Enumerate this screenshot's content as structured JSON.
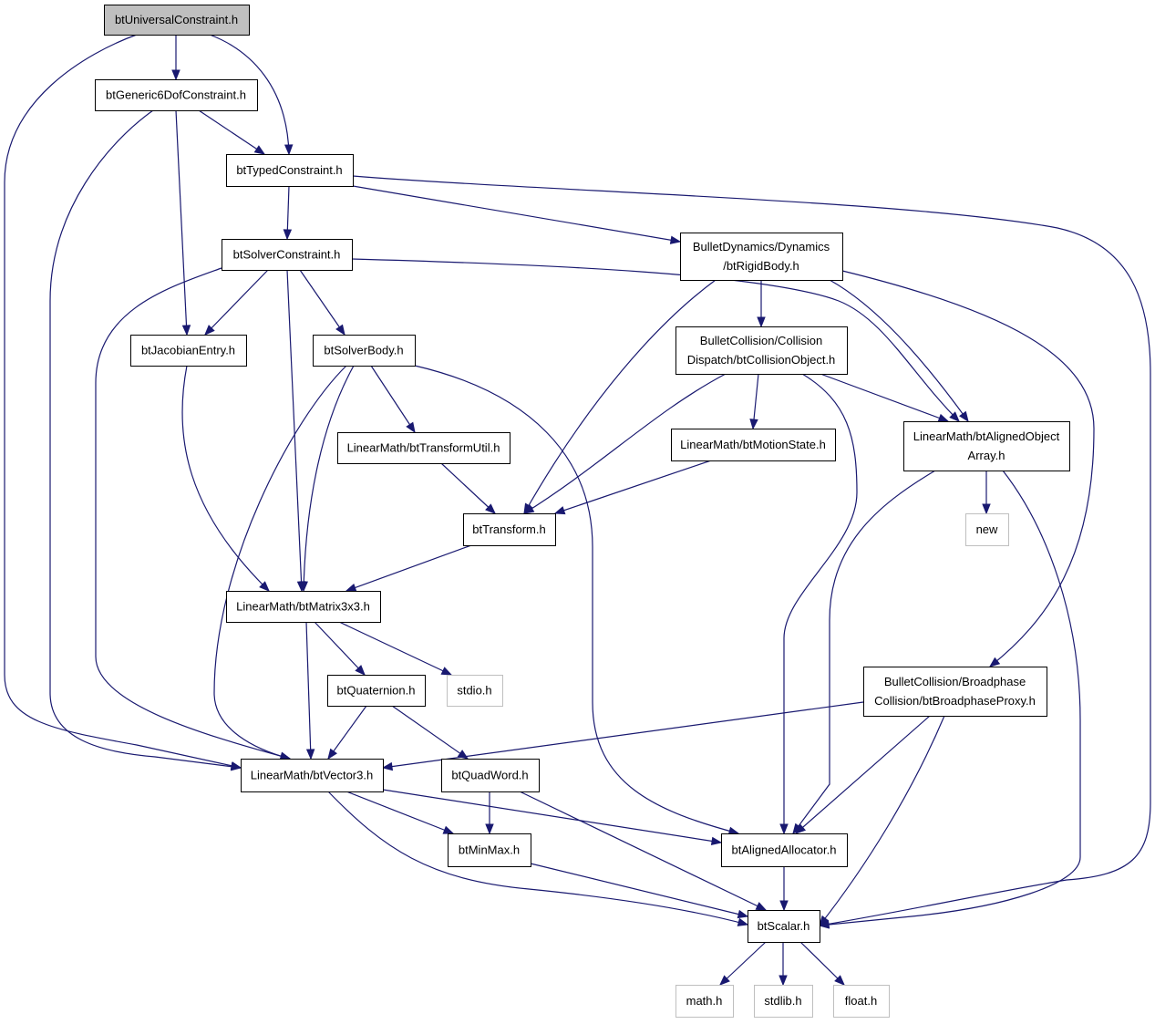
{
  "colors": {
    "edge": "#191970",
    "node_border": "#000000",
    "external_border": "#bfbfbf",
    "root_fill": "#bfbfbf",
    "node_fill": "#ffffff"
  },
  "nodes": [
    {
      "id": "btUniversalConstraint",
      "lines": [
        "btUniversalConstraint.h"
      ],
      "kind": "root"
    },
    {
      "id": "btGeneric6DofConstraint",
      "lines": [
        "btGeneric6DofConstraint.h"
      ],
      "kind": "header"
    },
    {
      "id": "btTypedConstraint",
      "lines": [
        "btTypedConstraint.h"
      ],
      "kind": "header"
    },
    {
      "id": "btSolverConstraint",
      "lines": [
        "btSolverConstraint.h"
      ],
      "kind": "header"
    },
    {
      "id": "btRigidBody",
      "lines": [
        "BulletDynamics/Dynamics",
        "/btRigidBody.h"
      ],
      "kind": "header"
    },
    {
      "id": "btJacobianEntry",
      "lines": [
        "btJacobianEntry.h"
      ],
      "kind": "header"
    },
    {
      "id": "btSolverBody",
      "lines": [
        "btSolverBody.h"
      ],
      "kind": "header"
    },
    {
      "id": "btCollisionObject",
      "lines": [
        "BulletCollision/Collision",
        "Dispatch/btCollisionObject.h"
      ],
      "kind": "header"
    },
    {
      "id": "btTransformUtil",
      "lines": [
        "LinearMath/btTransformUtil.h"
      ],
      "kind": "header"
    },
    {
      "id": "btMotionState",
      "lines": [
        "LinearMath/btMotionState.h"
      ],
      "kind": "header"
    },
    {
      "id": "btAlignedObjectArray",
      "lines": [
        "LinearMath/btAlignedObject",
        "Array.h"
      ],
      "kind": "header"
    },
    {
      "id": "new",
      "lines": [
        "new"
      ],
      "kind": "external"
    },
    {
      "id": "btTransform",
      "lines": [
        "btTransform.h"
      ],
      "kind": "header"
    },
    {
      "id": "btMatrix3x3",
      "lines": [
        "LinearMath/btMatrix3x3.h"
      ],
      "kind": "header"
    },
    {
      "id": "stdio",
      "lines": [
        "stdio.h"
      ],
      "kind": "external"
    },
    {
      "id": "btQuaternion",
      "lines": [
        "btQuaternion.h"
      ],
      "kind": "header"
    },
    {
      "id": "btBroadphaseProxy",
      "lines": [
        "BulletCollision/Broadphase",
        "Collision/btBroadphaseProxy.h"
      ],
      "kind": "header"
    },
    {
      "id": "btVector3",
      "lines": [
        "LinearMath/btVector3.h"
      ],
      "kind": "header"
    },
    {
      "id": "btQuadWord",
      "lines": [
        "btQuadWord.h"
      ],
      "kind": "header"
    },
    {
      "id": "btMinMax",
      "lines": [
        "btMinMax.h"
      ],
      "kind": "header"
    },
    {
      "id": "btAlignedAllocator",
      "lines": [
        "btAlignedAllocator.h"
      ],
      "kind": "header"
    },
    {
      "id": "btScalar",
      "lines": [
        "btScalar.h"
      ],
      "kind": "header"
    },
    {
      "id": "math",
      "lines": [
        "math.h"
      ],
      "kind": "external"
    },
    {
      "id": "stdlib",
      "lines": [
        "stdlib.h"
      ],
      "kind": "external"
    },
    {
      "id": "float",
      "lines": [
        "float.h"
      ],
      "kind": "external"
    }
  ],
  "edges": [
    {
      "from": "btUniversalConstraint",
      "to": "btGeneric6DofConstraint"
    },
    {
      "from": "btUniversalConstraint",
      "to": "btTypedConstraint"
    },
    {
      "from": "btUniversalConstraint",
      "to": "btVector3"
    },
    {
      "from": "btGeneric6DofConstraint",
      "to": "btTypedConstraint"
    },
    {
      "from": "btGeneric6DofConstraint",
      "to": "btJacobianEntry"
    },
    {
      "from": "btGeneric6DofConstraint",
      "to": "btVector3"
    },
    {
      "from": "btTypedConstraint",
      "to": "btSolverConstraint"
    },
    {
      "from": "btTypedConstraint",
      "to": "btRigidBody"
    },
    {
      "from": "btTypedConstraint",
      "to": "btScalar"
    },
    {
      "from": "btSolverConstraint",
      "to": "btJacobianEntry"
    },
    {
      "from": "btSolverConstraint",
      "to": "btSolverBody"
    },
    {
      "from": "btSolverConstraint",
      "to": "btMatrix3x3"
    },
    {
      "from": "btSolverConstraint",
      "to": "btVector3"
    },
    {
      "from": "btSolverConstraint",
      "to": "btAlignedObjectArray"
    },
    {
      "from": "btRigidBody",
      "to": "btCollisionObject"
    },
    {
      "from": "btRigidBody",
      "to": "btTransform"
    },
    {
      "from": "btRigidBody",
      "to": "btAlignedObjectArray"
    },
    {
      "from": "btRigidBody",
      "to": "btBroadphaseProxy"
    },
    {
      "from": "btJacobianEntry",
      "to": "btMatrix3x3"
    },
    {
      "from": "btSolverBody",
      "to": "btTransformUtil"
    },
    {
      "from": "btSolverBody",
      "to": "btMatrix3x3"
    },
    {
      "from": "btSolverBody",
      "to": "btVector3"
    },
    {
      "from": "btSolverBody",
      "to": "btAlignedAllocator"
    },
    {
      "from": "btCollisionObject",
      "to": "btMotionState"
    },
    {
      "from": "btCollisionObject",
      "to": "btTransform"
    },
    {
      "from": "btCollisionObject",
      "to": "btAlignedObjectArray"
    },
    {
      "from": "btCollisionObject",
      "to": "btAlignedAllocator"
    },
    {
      "from": "btTransformUtil",
      "to": "btTransform"
    },
    {
      "from": "btMotionState",
      "to": "btTransform"
    },
    {
      "from": "btAlignedObjectArray",
      "to": "new"
    },
    {
      "from": "btAlignedObjectArray",
      "to": "btAlignedAllocator"
    },
    {
      "from": "btAlignedObjectArray",
      "to": "btScalar"
    },
    {
      "from": "btTransform",
      "to": "btMatrix3x3"
    },
    {
      "from": "btMatrix3x3",
      "to": "btQuaternion"
    },
    {
      "from": "btMatrix3x3",
      "to": "stdio"
    },
    {
      "from": "btMatrix3x3",
      "to": "btVector3"
    },
    {
      "from": "btQuaternion",
      "to": "btQuadWord"
    },
    {
      "from": "btQuaternion",
      "to": "btVector3"
    },
    {
      "from": "btBroadphaseProxy",
      "to": "btVector3"
    },
    {
      "from": "btBroadphaseProxy",
      "to": "btAlignedAllocator"
    },
    {
      "from": "btBroadphaseProxy",
      "to": "btScalar"
    },
    {
      "from": "btVector3",
      "to": "btMinMax"
    },
    {
      "from": "btVector3",
      "to": "btAlignedAllocator"
    },
    {
      "from": "btVector3",
      "to": "btScalar"
    },
    {
      "from": "btQuadWord",
      "to": "btMinMax"
    },
    {
      "from": "btQuadWord",
      "to": "btScalar"
    },
    {
      "from": "btMinMax",
      "to": "btScalar"
    },
    {
      "from": "btAlignedAllocator",
      "to": "btScalar"
    },
    {
      "from": "btScalar",
      "to": "math"
    },
    {
      "from": "btScalar",
      "to": "stdlib"
    },
    {
      "from": "btScalar",
      "to": "float"
    }
  ]
}
